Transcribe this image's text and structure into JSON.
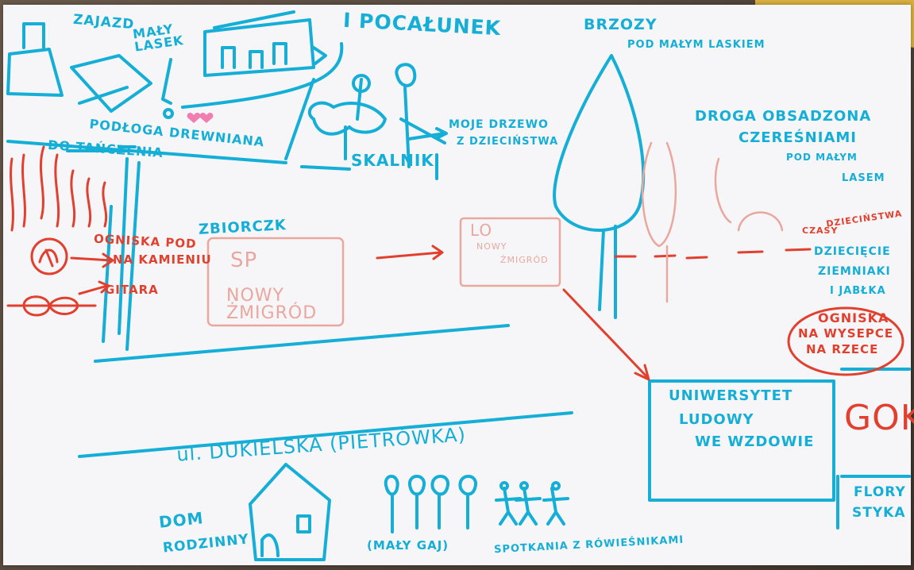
{
  "colors": {
    "paper": "#f6f6f9",
    "blue_marker": "#14aed6",
    "red_marker": "#e2402e",
    "pale_marker": "#e9a79e"
  },
  "labels": {
    "zajazd": "ZAJAZD",
    "maly_lasek": "MAŁY LASEK",
    "pocalunek": "I POCAŁUNEK",
    "podloga": "PODŁOGA DREWNIANA",
    "do_tanczenia": "DO TAŃCZENIA",
    "moje_drzewo_1": "MOJE DRZEWO",
    "moje_drzewo_2": "Z DZIECIŃSTWA",
    "skalnik": "SKALNIK",
    "brzozy": "BRZOZY",
    "pod_malym_laskiem": "POD MAŁYM LASKIEM",
    "droga_1": "DROGA OBSADZONA",
    "droga_2": "CZEREŚNIAMI",
    "pod_malym": "POD MAŁYM",
    "lasem": "LASEM",
    "zbiorczk": "ZBIORCZK",
    "sp": "SP",
    "nowy_zmigrod": "NOWY ŻMIGRÓD",
    "lo": "LO",
    "lo_nowy": "NOWY",
    "lo_zmigrod": "ŻMIGRÓD",
    "ogniska_pod": "OGNISKA POD",
    "na_kamieniu": "NA KAMIENIU",
    "gitara": "GITARA",
    "czasy": "CZASY",
    "dziecinstwa": "DZIECIŃSTWA",
    "dziecinne": "DZIECIĘCIE",
    "ziemniaki": "ZIEMNIAKI",
    "i_jabluszka": "I JABŁKA",
    "ogniska_wysepce_1": "OGNISKA",
    "ogniska_wysepce_2": "NA WYSEPCE",
    "ogniska_wysepce_3": "NA RZECE",
    "uniwersytet_1": "UNIWERSYTET",
    "uniwersytet_2": "LUDOWY",
    "uniwersytet_3": "WE WZDOWIE",
    "gok": "GOK",
    "flory_1": "FLORY",
    "flory_2": "STYKA",
    "dukielska": "ul. DUKIELSKA (PIETRÓWKA)",
    "dom_1": "DOM",
    "dom_2": "RODZINNY",
    "maly_gaj": "(MAŁY GAJ)",
    "spotkania": "SPOTKANIA Z RÓWIEŚNIKAMI"
  }
}
